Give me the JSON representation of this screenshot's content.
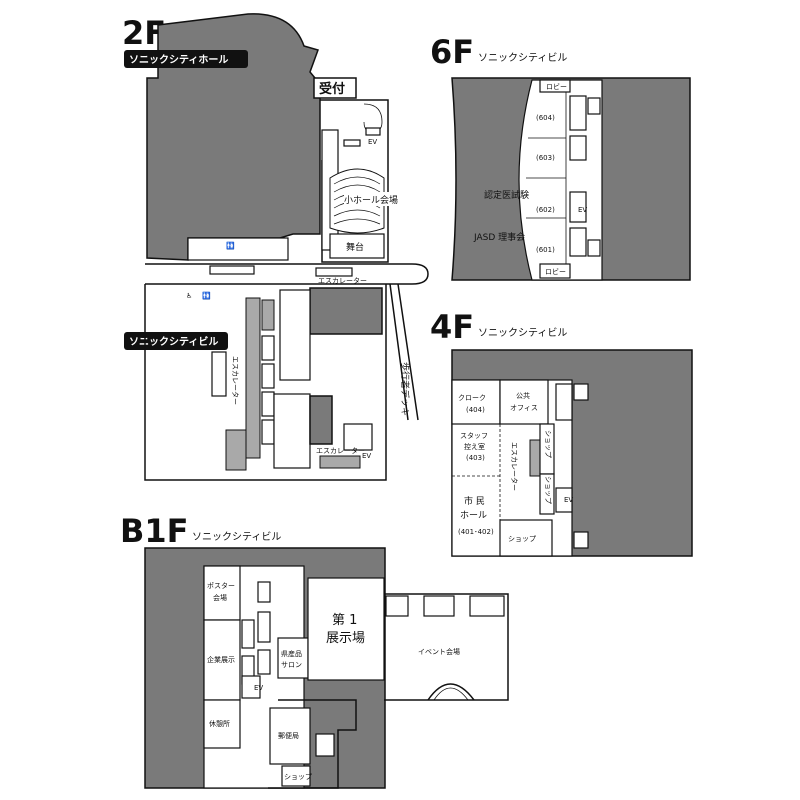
{
  "floors": {
    "f2": {
      "label": "2F",
      "hall_badge": "ソニックシティホール",
      "building_badge": "ソニックシティビル",
      "reception": "受付",
      "small_hall": "小ホール会場",
      "stage": "舞台",
      "escalator_top": "エスカレーター",
      "escalator_vertical": "エスカレーター",
      "escalator_bottom": "エスカレーター",
      "ev": "EV",
      "deck": "歩行者デッキ"
    },
    "f6": {
      "label": "6F",
      "building": "ソニックシティビル",
      "lobby_top": "ロビー",
      "lobby_bottom": "ロビー",
      "rooms": [
        "(604)",
        "(603)",
        "(602)",
        "(601)"
      ],
      "exam": "認定医試験",
      "board": "JASD 理事会",
      "ev": "EV"
    },
    "f4": {
      "label": "4F",
      "building": "ソニックシティビル",
      "cloak": "クローク",
      "cloak_no": "(404)",
      "public_office_1": "公共",
      "public_office_2": "オフィス",
      "staff_1": "スタッフ",
      "staff_2": "控え室",
      "staff_no": "(403)",
      "civic_1": "市 民",
      "civic_2": "ホール",
      "civic_no": "(401･402)",
      "shop_a": "ショップ",
      "shop_b": "ショップ",
      "shop_c": "ショップ",
      "escalator": "エスカレーター",
      "ev": "EV"
    },
    "b1": {
      "label": "B1F",
      "building": "ソニックシティビル",
      "poster_1": "ポスター",
      "poster_2": "会場",
      "corporate": "企業展示",
      "lounge": "休憩所",
      "salon_1": "県産品",
      "salon_2": "サロン",
      "hall1_1": "第 1",
      "hall1_2": "展示場",
      "event": "イベント会場",
      "post": "郵便局",
      "shop": "ショップ",
      "ev": "EV"
    }
  }
}
